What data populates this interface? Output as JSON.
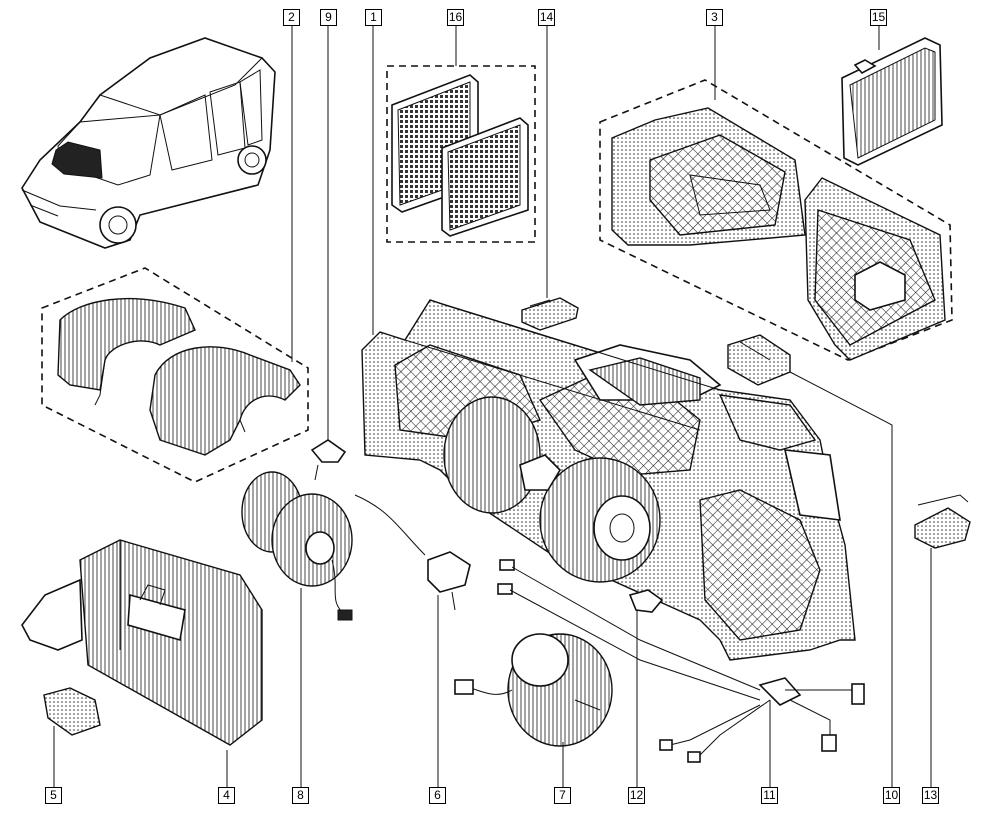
{
  "callouts": [
    {
      "label": "1",
      "part": "heater-housing-assembly"
    },
    {
      "label": "2",
      "part": "blower-covers"
    },
    {
      "label": "3",
      "part": "distribution-box-halves"
    },
    {
      "label": "4",
      "part": "evaporator"
    },
    {
      "label": "5",
      "part": "expansion-valve"
    },
    {
      "label": "6",
      "part": "resistor-harness"
    },
    {
      "label": "7",
      "part": "blower-motor"
    },
    {
      "label": "8",
      "part": "blower-fan"
    },
    {
      "label": "9",
      "part": "clip"
    },
    {
      "label": "10",
      "part": "actuator"
    },
    {
      "label": "11",
      "part": "wiring-harness"
    },
    {
      "label": "12",
      "part": "connector-clip"
    },
    {
      "label": "13",
      "part": "bracket"
    },
    {
      "label": "14",
      "part": "sensor"
    },
    {
      "label": "15",
      "part": "heater-matrix"
    },
    {
      "label": "16",
      "part": "pollen-filters"
    }
  ]
}
